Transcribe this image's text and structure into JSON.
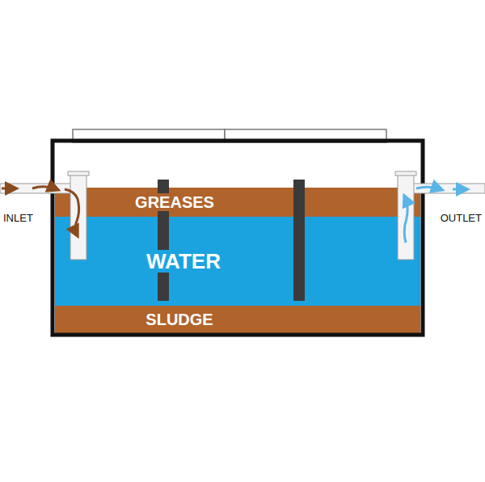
{
  "diagram": {
    "nodes": [
      {
        "text": [
          "GREASES"
        ]
      },
      {
        "text": [
          "WATER"
        ]
      },
      {
        "text": [
          "SLUDGE"
        ]
      }
    ],
    "labels": [
      "INLET",
      "OUTLET"
    ]
  }
}
